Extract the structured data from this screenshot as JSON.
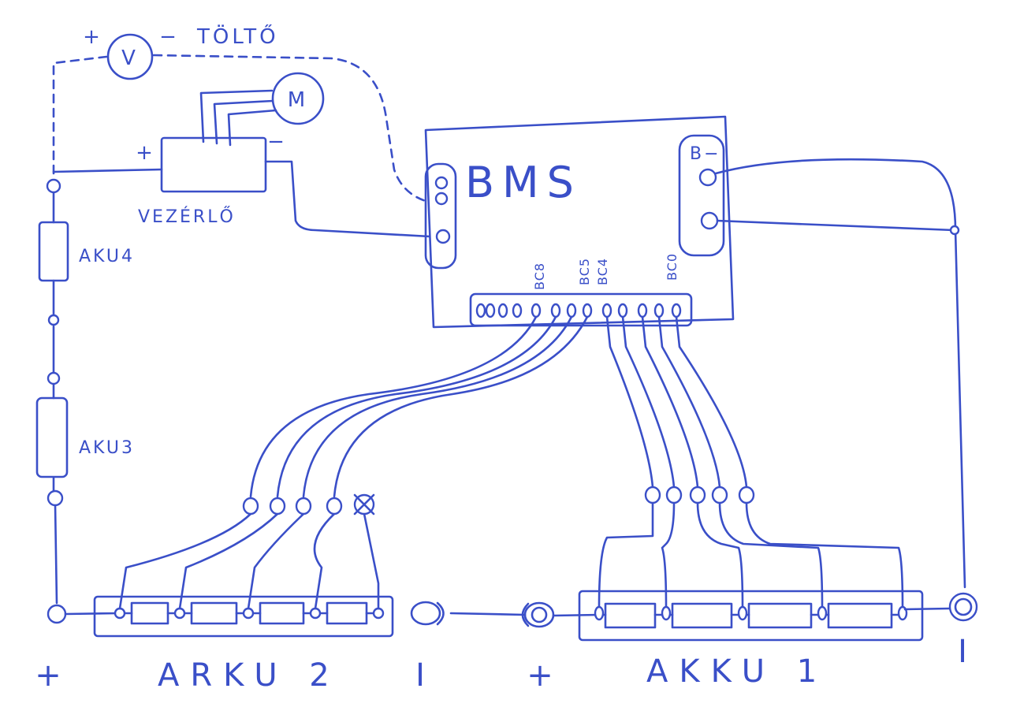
{
  "colors": {
    "ink": "#3a4fc8",
    "paper": "#ffffff"
  },
  "bms": {
    "label": "BMS",
    "pin_labels": [
      "BC8",
      "BC5",
      "BC4",
      "BC0"
    ],
    "port_b_minus": "B−"
  },
  "charger": {
    "label": "TÖLTŐ",
    "plus": "+",
    "minus": "−"
  },
  "voltmeter": {
    "label": "V"
  },
  "motor": {
    "label": "M"
  },
  "controller": {
    "label": "VEZÉRLŐ",
    "plus": "+",
    "minus": "−"
  },
  "packs": {
    "akku2": {
      "label": "ARKU 2",
      "plus": "+",
      "minus": "I"
    },
    "akku1": {
      "label": "AKKU 1",
      "plus": "+",
      "minus": "I"
    },
    "akku3": {
      "label": "AKU3"
    },
    "akku4": {
      "label": "AKU4"
    }
  },
  "icons": [
    "voltmeter-icon",
    "motor-icon",
    "resistor-icon",
    "terminal-icon"
  ]
}
